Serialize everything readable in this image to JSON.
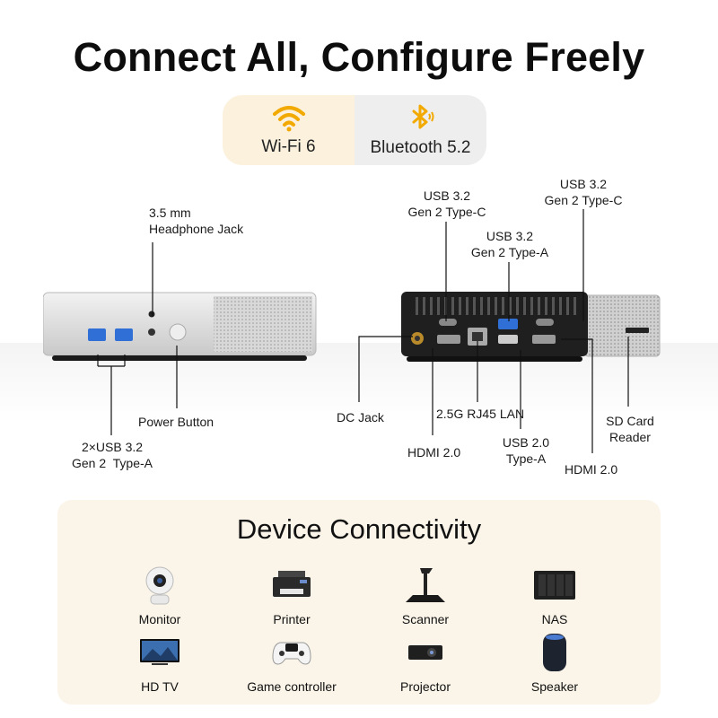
{
  "headline": "Connect All, Configure Freely",
  "wireless": [
    {
      "label": "Wi-Fi 6",
      "icon": "wifi-icon"
    },
    {
      "label": "Bluetooth 5.2",
      "icon": "bluetooth-icon"
    }
  ],
  "front_ports": {
    "headphone": [
      "3.5 mm",
      "Headphone Jack"
    ],
    "power": "Power Button",
    "usb_a": [
      "2×USB 3.2",
      "Gen 2  Type-A"
    ]
  },
  "rear_ports": {
    "usb_c_1": [
      "USB 3.2",
      "Gen 2 Type-C"
    ],
    "usb_a": [
      "USB 3.2",
      "Gen 2 Type-A"
    ],
    "usb_c_2": [
      "USB 3.2",
      "Gen 2 Type-C"
    ],
    "dc": "DC Jack",
    "lan": "2.5G RJ45 LAN",
    "hdmi_1": "HDMI 2.0",
    "usb2": [
      "USB 2.0",
      "Type-A"
    ],
    "sd": [
      "SD Card",
      "Reader"
    ],
    "hdmi_2": "HDMI 2.0"
  },
  "connectivity": {
    "title": "Device Connectivity",
    "devices": [
      {
        "name": "Monitor",
        "icon": "camera-icon"
      },
      {
        "name": "Printer",
        "icon": "printer-icon"
      },
      {
        "name": "Scanner",
        "icon": "scanner-icon"
      },
      {
        "name": "NAS",
        "icon": "nas-icon"
      },
      {
        "name": "HD TV",
        "icon": "tv-icon"
      },
      {
        "name": "Game controller",
        "icon": "gamepad-icon"
      },
      {
        "name": "Projector",
        "icon": "projector-icon"
      },
      {
        "name": "Speaker",
        "icon": "speaker-icon"
      }
    ]
  },
  "colors": {
    "wifi_accent": "#f2a900",
    "bluetooth_accent": "#f2a900",
    "card_bg": "#fbf5e9"
  }
}
